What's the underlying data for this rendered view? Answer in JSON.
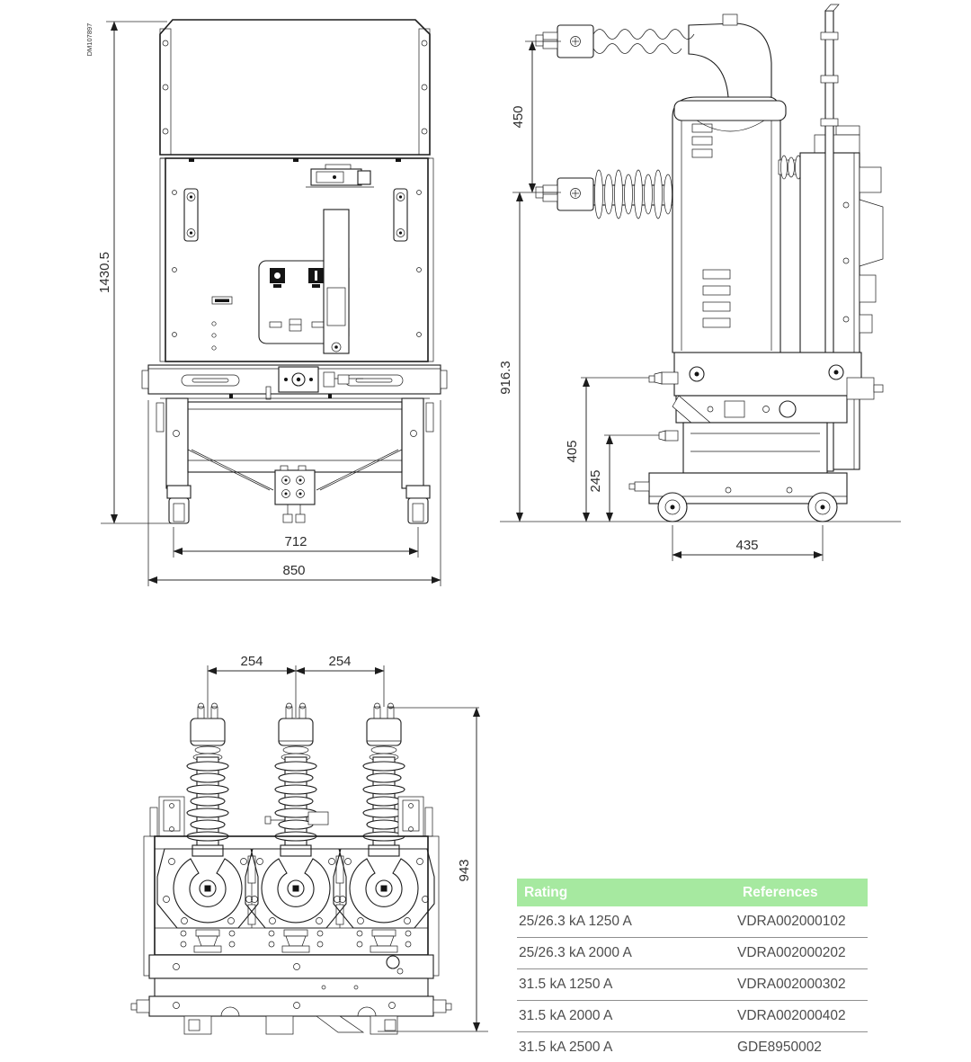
{
  "drawing_id": "DM107897",
  "dimensions": {
    "front": {
      "height": "1430.5",
      "wheel_track": "712",
      "overall_width": "850"
    },
    "side": {
      "terminal_spacing": "450",
      "upper_terminal_height": "916.3",
      "mid_height": "405",
      "lower_height": "245",
      "wheelbase": "435"
    },
    "rear": {
      "pole_pitch_1": "254",
      "pole_pitch_2": "254",
      "height": "943"
    }
  },
  "table": {
    "headers": {
      "rating": "Rating",
      "references": "References"
    },
    "rows": [
      {
        "rating": "25/26.3 kA 1250 A",
        "reference": "VDRA002000102"
      },
      {
        "rating": "25/26.3 kA 2000 A",
        "reference": "VDRA002000202"
      },
      {
        "rating": "31.5 kA 1250 A",
        "reference": "VDRA002000302"
      },
      {
        "rating": "31.5 kA 2000 A",
        "reference": "VDRA002000402"
      },
      {
        "rating": "31.5 kA 2500 A",
        "reference": "GDE8950002"
      }
    ]
  },
  "colors": {
    "table_header_bg": "#a6e9a0",
    "table_header_text": "#ffffff",
    "line": "#1c1c1c"
  }
}
